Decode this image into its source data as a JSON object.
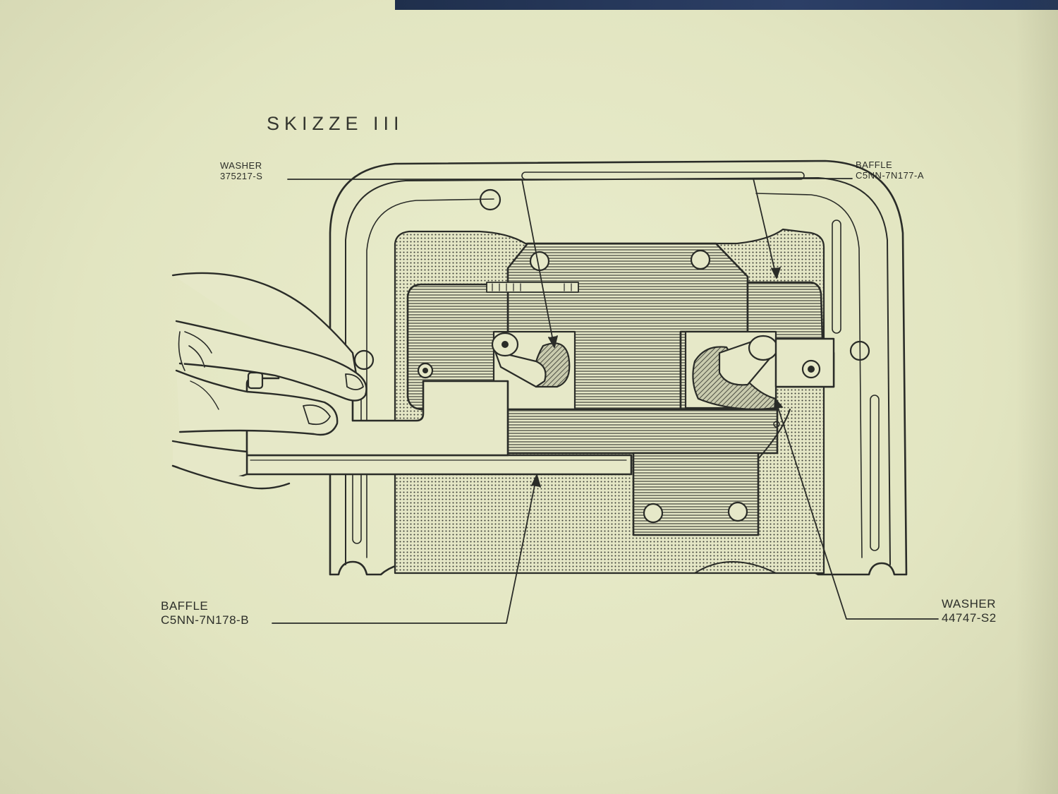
{
  "sketch_title": "SKIZZE III",
  "callouts": {
    "washer_top": {
      "name": "WASHER",
      "part": "375217-S"
    },
    "baffle_top": {
      "name": "BAFFLE",
      "part": "C5NN-7N177-A"
    },
    "baffle_bottom": {
      "name": "BAFFLE",
      "part": "C5NN-7N178-B"
    },
    "washer_bottom": {
      "name": "WASHER",
      "part": "44747-S2"
    }
  },
  "colors": {
    "paper": "#e6e8c6",
    "ink": "#2a2c28",
    "stipple": "#d9dabb"
  }
}
